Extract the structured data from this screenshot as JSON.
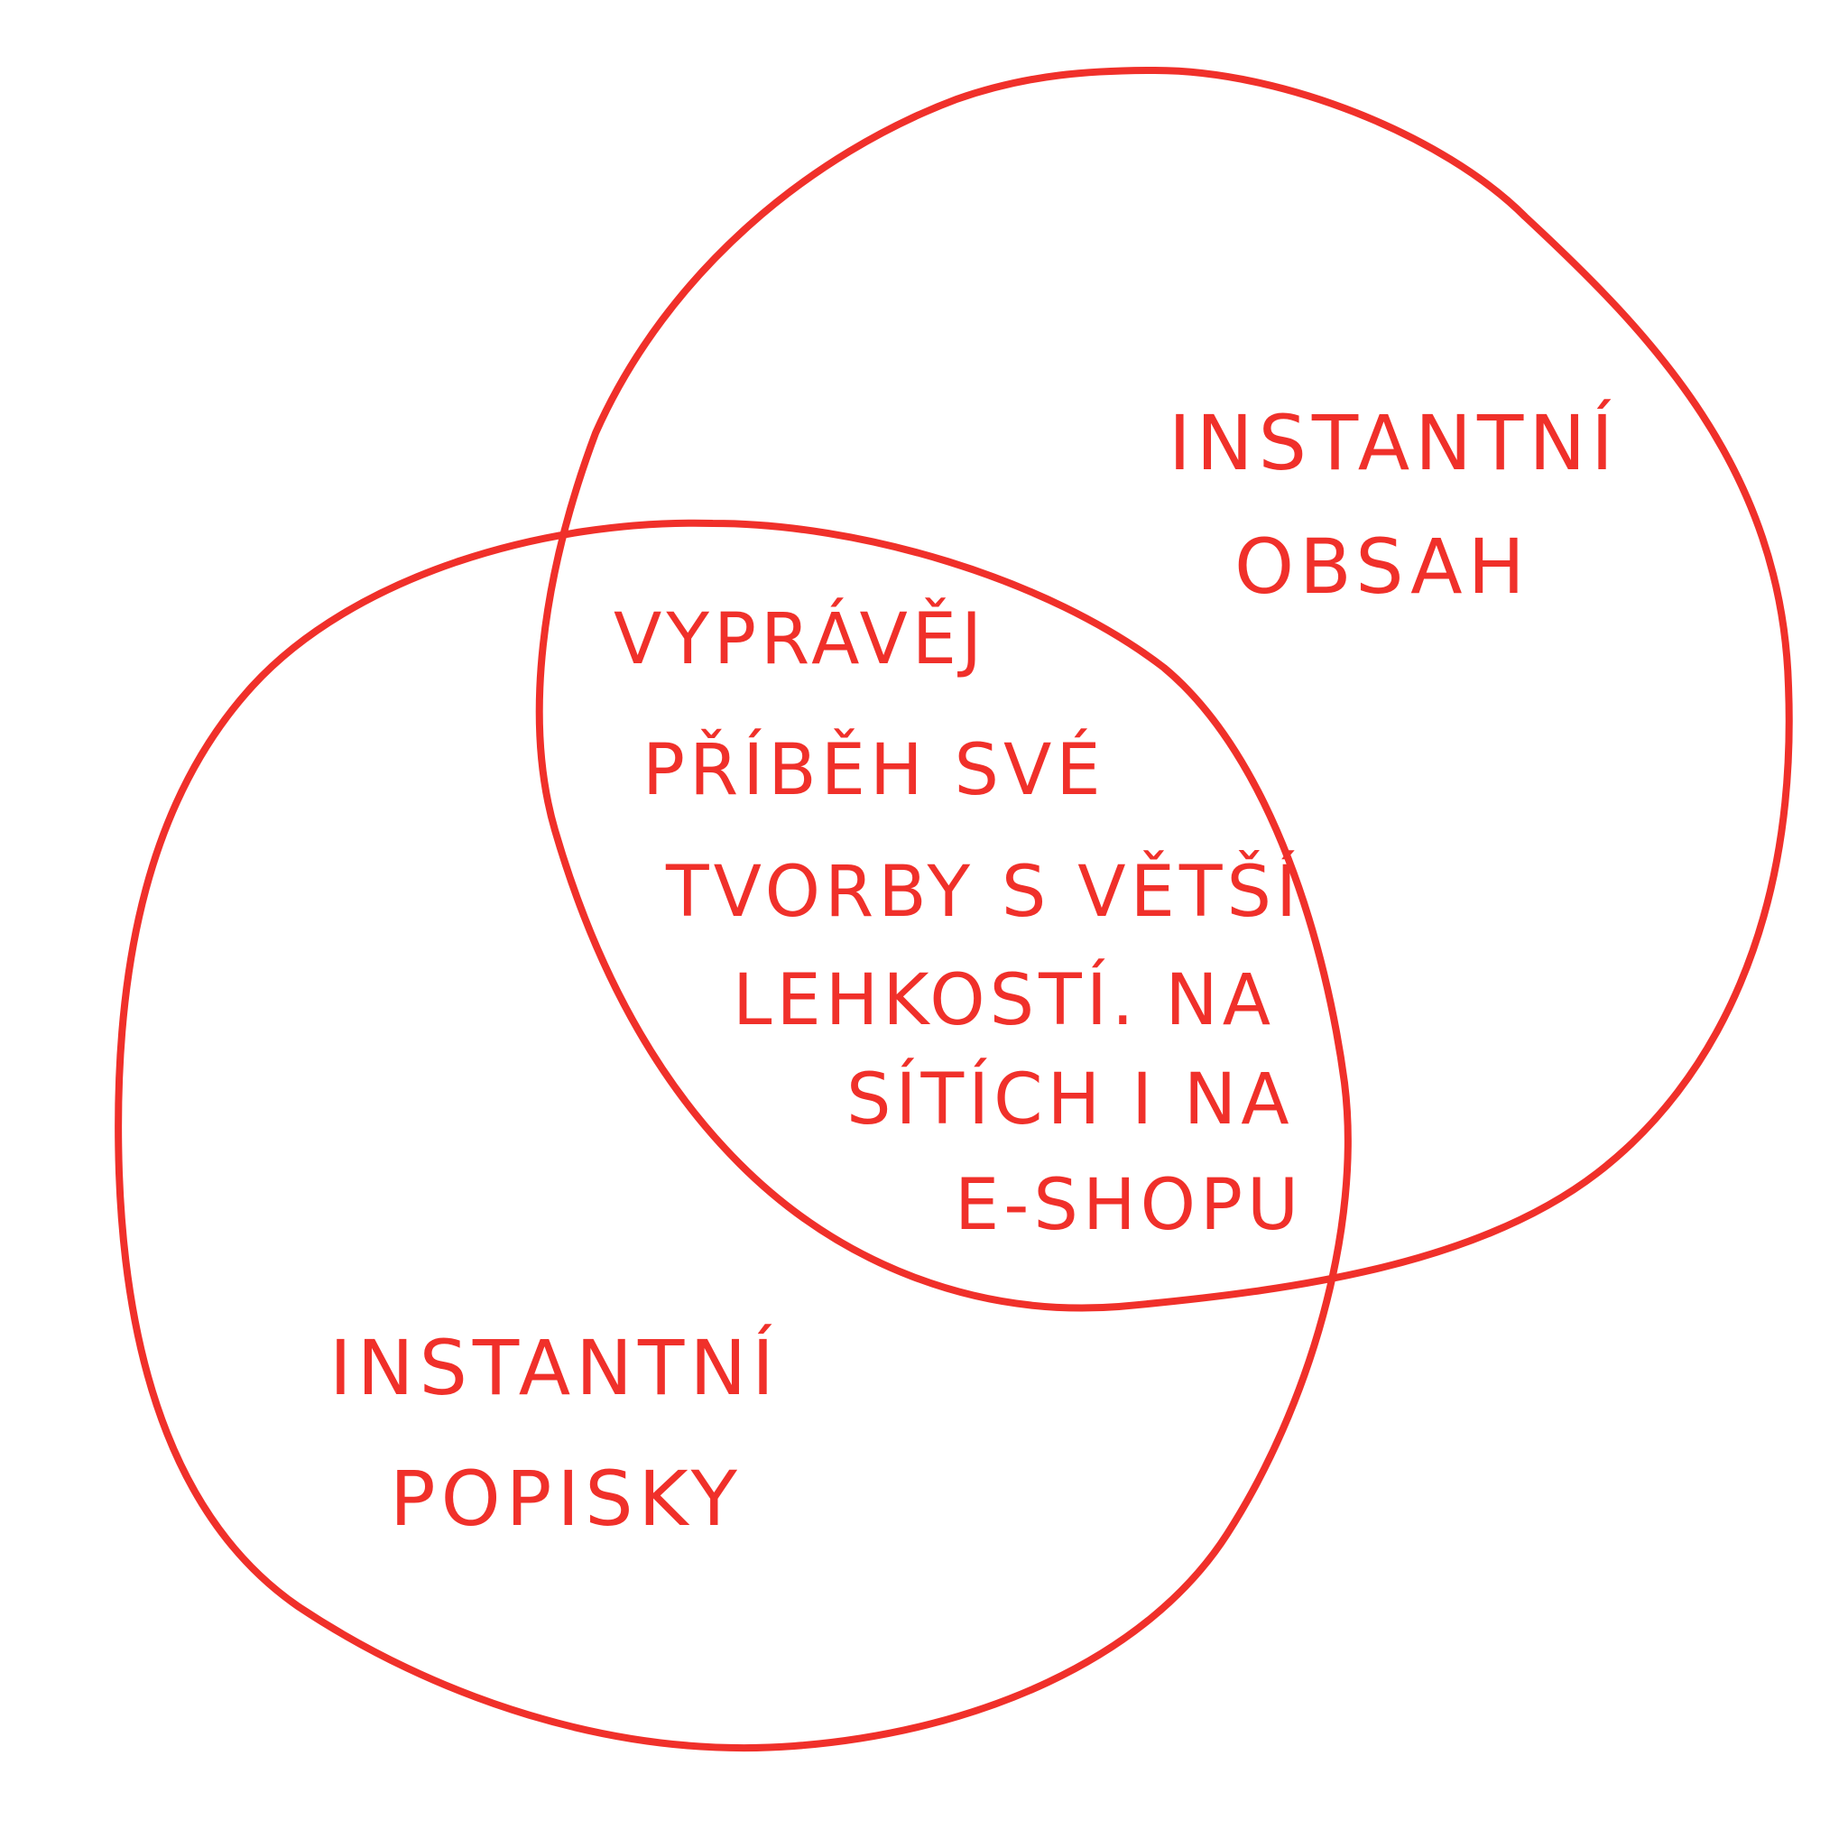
{
  "diagram": {
    "type": "venn",
    "accent_color": "#f0302a",
    "background": "#ffffff",
    "sets": [
      {
        "id": "content",
        "label_lines": [
          "INSTANTNÍ",
          "OBSAH"
        ]
      },
      {
        "id": "captions",
        "label_lines": [
          "INSTANTNÍ",
          "POPISKY"
        ]
      }
    ],
    "intersection": {
      "label_lines": [
        "VYPRÁVĚJ",
        "PŘÍBĚH SVÉ",
        "TVORBY S VĚTŠÍ",
        "LEHKOSTÍ. NA",
        "SÍTÍCH I NA",
        "E-SHOPU"
      ]
    }
  }
}
